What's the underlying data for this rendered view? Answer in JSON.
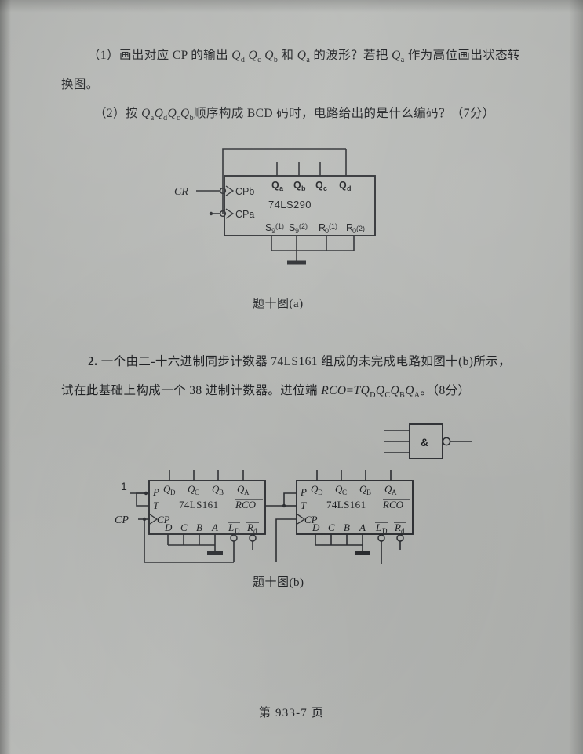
{
  "page": {
    "background_hex": "#b6b8b5",
    "ink_hex": "#16181b",
    "footer": "第 933-7 页"
  },
  "question_1": {
    "item_1_prefix": "（1）画出对应 CP 的输出 ",
    "item_1_q1": "Q",
    "item_1_q1_sub": "d",
    "item_1_q2": "Q",
    "item_1_q2_sub": "c",
    "item_1_q3": "Q",
    "item_1_q3_sub": "b",
    "item_1_mid": " 和 ",
    "item_1_q4": "Q",
    "item_1_q4_sub": "a",
    "item_1_tail": " 的波形？若把 ",
    "item_1_q5": "Q",
    "item_1_q5_sub": "a",
    "item_1_end": " 作为高位画出状态转",
    "item_1_line2": "换图。",
    "item_2_prefix": "（2）按 ",
    "item_2_seq": [
      {
        "q": "Q",
        "sub": "a"
      },
      {
        "q": "Q",
        "sub": "d"
      },
      {
        "q": "Q",
        "sub": "c"
      },
      {
        "q": "Q",
        "sub": "b"
      }
    ],
    "item_2_tail": "顺序构成 BCD 码时，电路给出的是什么编码？（7分）"
  },
  "figure_a": {
    "caption": "题十图(a)",
    "chip_label": "74LS290",
    "input_label": "CR",
    "clock_inputs": [
      "CPb",
      "CPa"
    ],
    "outputs": [
      "Q",
      "Q",
      "Q",
      "Q"
    ],
    "output_subs": [
      "a",
      "b",
      "c",
      "d"
    ],
    "bottom_pins": [
      {
        "base": "S",
        "sub": "9",
        "sup": "(1)"
      },
      {
        "base": "S",
        "sub": "9",
        "sup": "(2)"
      },
      {
        "base": "R",
        "sub": "0",
        "sup": "(1)"
      },
      {
        "base": "R",
        "sub": "0",
        "sup": "(2)"
      }
    ],
    "bottom_pins_text": [
      "S9(1)",
      "S9(2)",
      "R0(1)",
      "R0(2)"
    ]
  },
  "question_2": {
    "number": "2.",
    "line_1": " 一个由二-十六进制同步计数器 74LS161 组成的未完成电路如图十(b)所示，",
    "line_2_a": "试在此基础上构成一个 38 进制计数器。进位端 ",
    "line_2_rco": "RCO",
    "line_2_eq": "=",
    "line_2_t": "T",
    "line_2_qs": [
      {
        "q": "Q",
        "sub": "D"
      },
      {
        "q": "Q",
        "sub": "C"
      },
      {
        "q": "Q",
        "sub": "B"
      },
      {
        "q": "Q",
        "sub": "A"
      }
    ],
    "line_2_tail": "。（8分）"
  },
  "figure_b": {
    "caption": "题十图(b)",
    "gate": {
      "symbol": "&",
      "inputs": 3,
      "inverted_output": true
    },
    "constant_input": "1",
    "clock_input": "CP",
    "chips": [
      {
        "name": "74LS161",
        "left_pins": [
          "P",
          "T",
          "CP"
        ],
        "top_outputs": [
          {
            "q": "Q",
            "sub": "D"
          },
          {
            "q": "Q",
            "sub": "C"
          },
          {
            "q": "Q",
            "sub": "B"
          },
          {
            "q": "Q",
            "sub": "A"
          }
        ],
        "right_pin": "RCO",
        "bottom_data_pins": [
          "D",
          "C",
          "B",
          "A"
        ],
        "bottom_ctrl_pins": [
          {
            "base": "L",
            "sub": "D",
            "overbar": true
          },
          {
            "base": "R",
            "sub": "d",
            "overbar": true
          }
        ]
      },
      {
        "name": "74LS161",
        "left_pins": [
          "P",
          "T",
          "CP"
        ],
        "top_outputs": [
          {
            "q": "Q",
            "sub": "D"
          },
          {
            "q": "Q",
            "sub": "C"
          },
          {
            "q": "Q",
            "sub": "B"
          },
          {
            "q": "Q",
            "sub": "A"
          }
        ],
        "right_pin": "RCO",
        "bottom_data_pins": [
          "D",
          "C",
          "B",
          "A"
        ],
        "bottom_ctrl_pins": [
          {
            "base": "L",
            "sub": "D",
            "overbar": true
          },
          {
            "base": "R",
            "sub": "d",
            "overbar": true
          }
        ]
      }
    ]
  }
}
